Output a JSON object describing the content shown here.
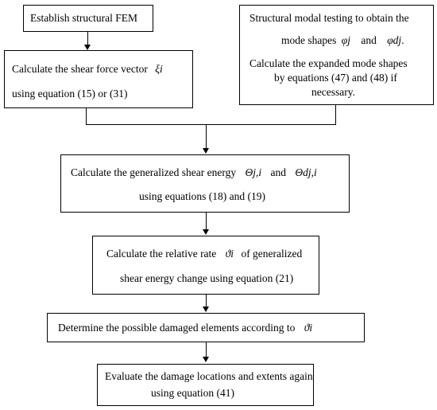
{
  "steps": {
    "s1": {
      "text": "Establish structural FEM"
    },
    "s2": {
      "line1": "Calculate the shear force vector",
      "sym1": "ξi",
      "line2": "using equation (15) or (31)"
    },
    "s3": {
      "line1": "Structural modal testing to obtain the",
      "line2a": "mode shapes",
      "sym_a": "φj",
      "and": "and",
      "sym_b": "φdj",
      "line3": "Calculate the expanded mode shapes",
      "line4": "by equations (47) and (48) if",
      "line5": "necessary."
    },
    "s4": {
      "line1": "Calculate the generalized shear energy",
      "sym_a": "Θj,i",
      "and": "and",
      "sym_b": "Θdj,i",
      "line2": "using equations (18) and (19)"
    },
    "s5": {
      "line1a": "Calculate the relative rate",
      "sym": "ϑi",
      "line1b": "of generalized",
      "line2": "shear energy change using equation (21)"
    },
    "s6": {
      "line1": "Determine the possible damaged elements according to",
      "sym": "ϑi"
    },
    "s7": {
      "line1": "Evaluate the damage locations and extents again",
      "line2": "using equation (41)"
    }
  }
}
